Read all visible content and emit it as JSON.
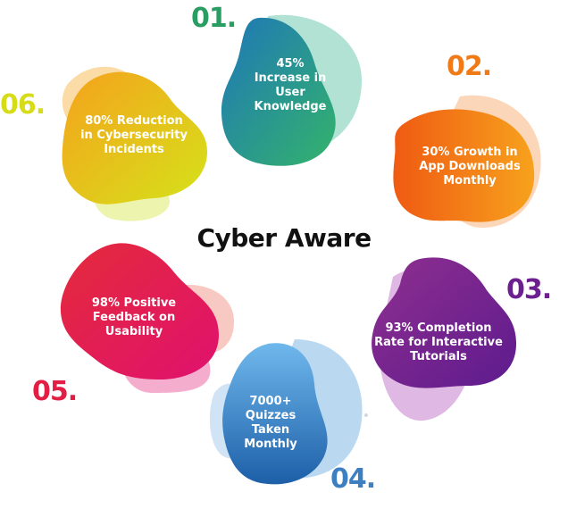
{
  "title": "Cyber Aware",
  "items": [
    {
      "number": "01.",
      "lines": [
        "45%",
        "Increase in",
        "User",
        "Knowledge"
      ],
      "color": "#2a9d63"
    },
    {
      "number": "02.",
      "lines": [
        "30% Growth in",
        "App Downloads",
        "Monthly"
      ],
      "color": "#f07a16"
    },
    {
      "number": "03.",
      "lines": [
        "93% Completion",
        "Rate for Interactive",
        "Tutorials"
      ],
      "color": "#6c1f8f"
    },
    {
      "number": "04.",
      "lines": [
        "7000+",
        "Quizzes",
        "Taken",
        "Monthly"
      ],
      "color": "#3d7fc0"
    },
    {
      "number": "05.",
      "lines": [
        "98% Positive",
        "Feedback on",
        "Usability"
      ],
      "color": "#e21e45"
    },
    {
      "number": "06.",
      "lines": [
        "80% Reduction",
        "in Cybersecurity",
        "Incidents"
      ],
      "color": "#d6dc17"
    }
  ]
}
